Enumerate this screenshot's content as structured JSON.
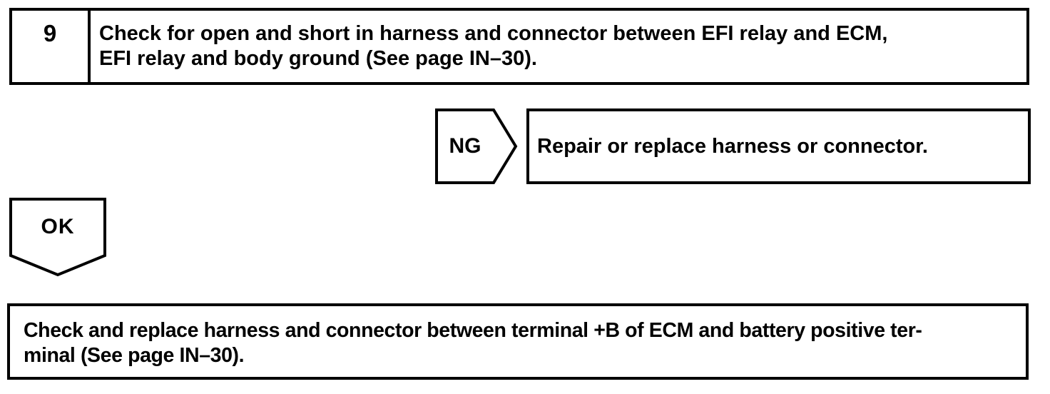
{
  "palette": {
    "background": "#ffffff",
    "ink": "#000000"
  },
  "step_box": {
    "number": "9",
    "instruction_lines": [
      "Check for open and short in harness and connector between EFI relay and ECM,",
      "EFI relay and body ground (See page IN–30)."
    ]
  },
  "ng_branch": {
    "label": "NG",
    "action": "Repair or replace harness or connector."
  },
  "ok_branch": {
    "label": "OK"
  },
  "result_box": {
    "instruction_lines": [
      "Check and replace harness and connector between terminal +B of ECM and battery positive ter-",
      "minal (See page IN–30)."
    ]
  }
}
